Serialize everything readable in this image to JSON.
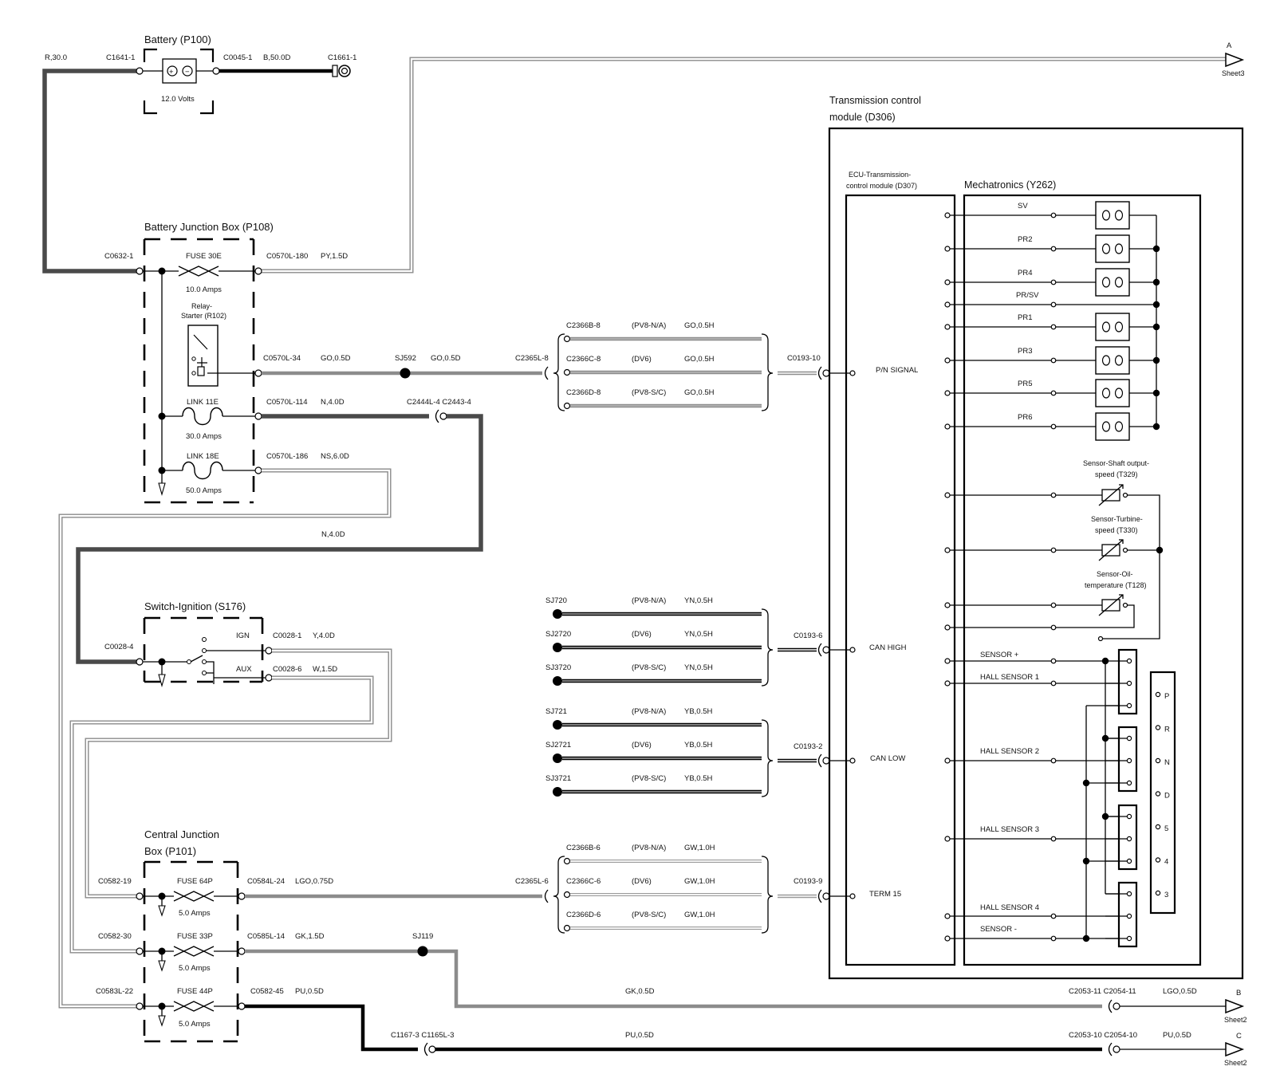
{
  "battery": {
    "title": "Battery (P100)",
    "voltage": "12.0 Volts",
    "conn_left": "C1641-1",
    "conn_right": "C0045-1",
    "wire_left": "R,30.0",
    "wire_right": "B,50.0D",
    "ground_conn": "C1661-1"
  },
  "sheet_a": {
    "label": "A",
    "sheet": "Sheet3"
  },
  "sheet_b": {
    "label": "B",
    "sheet": "Sheet2"
  },
  "sheet_c": {
    "label": "C",
    "sheet": "Sheet2"
  },
  "bjb": {
    "title": "Battery Junction Box (P108)",
    "conn_in": "C0632-1",
    "fuse30e": {
      "name": "FUSE 30E",
      "rating": "10.0 Amps",
      "conn": "C0570L-180",
      "wire": "PY,1.5D"
    },
    "relay": {
      "name": "Relay-",
      "name2": "Starter (R102)",
      "conn": "C0570L-34",
      "wire": "GO,0.5D"
    },
    "link11e": {
      "name": "LINK 11E",
      "rating": "30.0 Amps",
      "conn": "C0570L-114",
      "wire": "N,4.0D"
    },
    "link18e": {
      "name": "LINK 18E",
      "rating": "50.0 Amps",
      "conn": "C0570L-186",
      "wire": "NS,6.0D"
    }
  },
  "sj592": {
    "label": "SJ592",
    "wire": "GO,0.5D"
  },
  "c2365l8": "C2365L-8",
  "c2365l6": "C2365L-6",
  "c2444": "C2444L-4 C2443-4",
  "n40d": "N,4.0D",
  "variants_pn": [
    {
      "conn": "C2366B-8",
      "variant": "(PV8-N/A)",
      "wire": "GO,0.5H"
    },
    {
      "conn": "C2366C-8",
      "variant": "(DV6)",
      "wire": "GO,0.5H"
    },
    {
      "conn": "C2366D-8",
      "variant": "(PV8-S/C)",
      "wire": "GO,0.5H"
    }
  ],
  "variants_canh": [
    {
      "conn": "SJ720",
      "variant": "(PV8-N/A)",
      "wire": "YN,0.5H"
    },
    {
      "conn": "SJ2720",
      "variant": "(DV6)",
      "wire": "YN,0.5H"
    },
    {
      "conn": "SJ3720",
      "variant": "(PV8-S/C)",
      "wire": "YN,0.5H"
    }
  ],
  "variants_canl": [
    {
      "conn": "SJ721",
      "variant": "(PV8-N/A)",
      "wire": "YB,0.5H"
    },
    {
      "conn": "SJ2721",
      "variant": "(DV6)",
      "wire": "YB,0.5H"
    },
    {
      "conn": "SJ3721",
      "variant": "(PV8-S/C)",
      "wire": "YB,0.5H"
    }
  ],
  "variants_t15": [
    {
      "conn": "C2366B-6",
      "variant": "(PV8-N/A)",
      "wire": "GW,1.0H"
    },
    {
      "conn": "C2366C-6",
      "variant": "(DV6)",
      "wire": "GW,1.0H"
    },
    {
      "conn": "C2366D-6",
      "variant": "(PV8-S/C)",
      "wire": "GW,1.0H"
    }
  ],
  "tcm_conns": {
    "pn": "C0193-10",
    "canh": "C0193-6",
    "canl": "C0193-2",
    "t15": "C0193-9"
  },
  "switch": {
    "title": "Switch-Ignition (S176)",
    "conn_in": "C0028-4",
    "ign": "IGN",
    "aux": "AUX",
    "conn_ign": "C0028-1",
    "wire_ign": "Y,4.0D",
    "conn_aux": "C0028-6",
    "wire_aux": "W,1.5D"
  },
  "cjb": {
    "title": "Central Junction",
    "title2": "Box (P101)",
    "fuse64p": {
      "in": "C0582-19",
      "name": "FUSE 64P",
      "rating": "5.0 Amps",
      "conn": "C0584L-24",
      "wire": "LGO,0.75D"
    },
    "fuse33p": {
      "in": "C0582-30",
      "name": "FUSE 33P",
      "rating": "5.0 Amps",
      "conn": "C0585L-14",
      "wire": "GK,1.5D"
    },
    "fuse44p": {
      "in": "C0583L-22",
      "name": "FUSE 44P",
      "rating": "5.0 Amps",
      "conn": "C0582-45",
      "wire": "PU,0.5D"
    }
  },
  "sj119": "SJ119",
  "wire_gk": "GK,0.5D",
  "wire_pu": "PU,0.5D",
  "c1167": "C1167-3 C1165L-3",
  "b_conn": "C2053-11 C2054-11",
  "b_wire": "LGO,0.5D",
  "c_conn": "C2053-10 C2054-10",
  "c_wire": "PU,0.5D",
  "tcm": {
    "title": "Transmission control",
    "title2": "module (D306)",
    "ecu": "ECU-Transmission-",
    "ecu2": "control module (D307)",
    "pn_signal": "P/N SIGNAL",
    "can_high": "CAN HIGH",
    "can_low": "CAN LOW",
    "term15": "TERM 15"
  },
  "mech": {
    "title": "Mechatronics (Y262)",
    "solenoids": [
      "SV",
      "PR2",
      "PR4",
      "PR/SV",
      "PR1",
      "PR3",
      "PR5",
      "PR6"
    ],
    "sensor_shaft": "Sensor-Shaft output-",
    "sensor_shaft2": "speed (T329)",
    "sensor_turbine": "Sensor-Turbine-",
    "sensor_turbine2": "speed (T330)",
    "sensor_oil": "Sensor-Oil-",
    "sensor_oil2": "temperature (T128)",
    "sensor_plus": "SENSOR +",
    "hall1": "HALL SENSOR 1",
    "hall2": "HALL SENSOR 2",
    "hall3": "HALL SENSOR 3",
    "hall4": "HALL SENSOR 4",
    "sensor_minus": "SENSOR -",
    "gears": [
      "P",
      "R",
      "N",
      "D",
      "5",
      "4",
      "3"
    ]
  }
}
